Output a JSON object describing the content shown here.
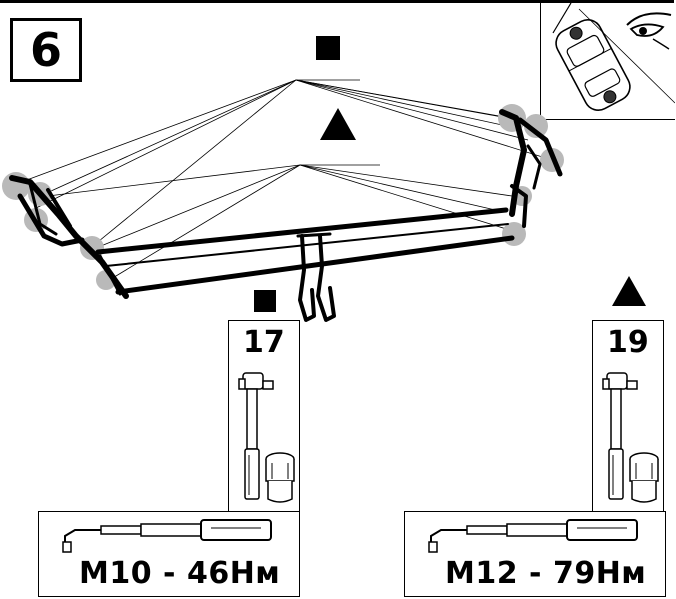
{
  "step": {
    "number": "6"
  },
  "markers": {
    "square": "square-marker-icon",
    "triangle": "triangle-marker-icon"
  },
  "tools": [
    {
      "socket_size": "17",
      "torque": "M10 - 46Нм",
      "marker": "square"
    },
    {
      "socket_size": "19",
      "torque": "M12 - 79Нм",
      "marker": "triangle"
    }
  ],
  "icons": [
    "car-top-view-icon",
    "eye-icon",
    "ratchet-icon",
    "socket-icon",
    "torque-wrench-icon",
    "towbar-assembly-icon"
  ],
  "colors": {
    "ink": "#000000",
    "paper": "#ffffff",
    "highlight": "#b9b9b9"
  }
}
